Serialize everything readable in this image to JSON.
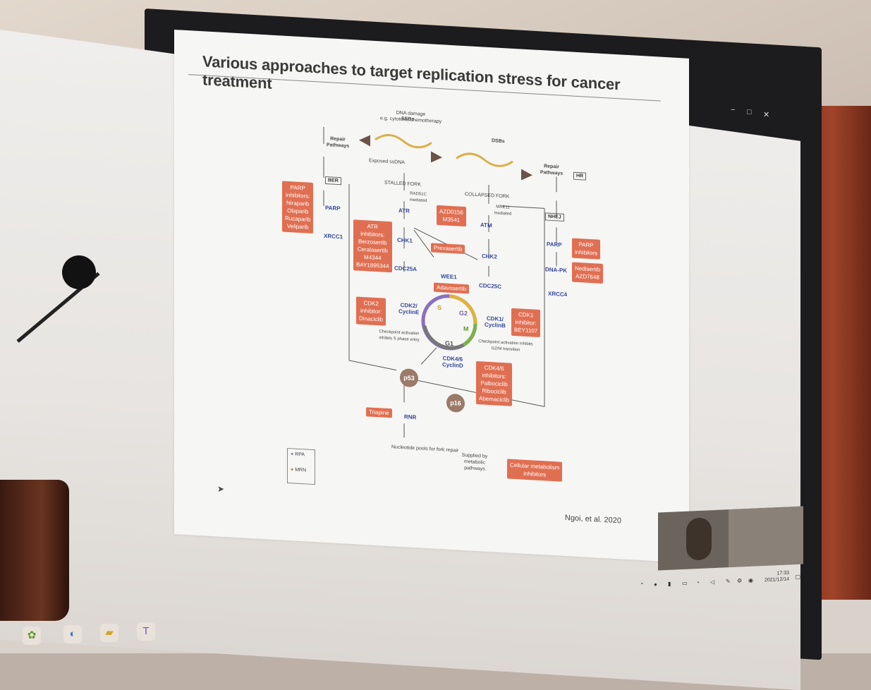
{
  "slide": {
    "title": "Various approaches to target replication stress for cancer treatment",
    "citation": "Ngoi, et al. 2020"
  },
  "diagram": {
    "dna_damage": "DNA damage",
    "dna_damage_eg": "e.g. cytotoxic chemotherapy",
    "ssbs": "SSBs",
    "dsbs": "DSBs",
    "exposed_ssdna": "Exposed ssDNA",
    "repair_pathways_left": "Repair Pathways",
    "repair_pathways_right": "Repair Pathways",
    "hr": "HR",
    "ber": "BER",
    "nhej": "NHEJ",
    "stalled_fork": "STALLED FORK",
    "collapsed_fork": "COLLAPSED FORK",
    "rad51c_mediated": "RAD51C mediated",
    "mre11_mediated": "MRE11 mediated",
    "parp": "PARP",
    "parp_right": "PARP",
    "xrcc1": "XRCC1",
    "xrcc4": "XRCC4",
    "dna_pk": "DNA-PK",
    "atr": "ATR",
    "atm": "ATM",
    "chk1": "CHK1",
    "chk2": "CHK2",
    "cdc25a": "CDC25A",
    "cdc25c": "CDC25C",
    "wee1": "WEE1",
    "cdk2": "CDK2/",
    "cyclin_e": "CyclinE",
    "cdk1": "CDK1/",
    "cyclin_b": "CyclinB",
    "cdk46": "CDK4/6",
    "cyclin_d": "CyclinD",
    "p53": "p53",
    "p16": "p16",
    "rnr": "RNR",
    "phase_s": "S",
    "phase_g2": "G2",
    "phase_m": "M",
    "phase_g1": "G1",
    "checkpoint_s": "Checkpoint activation inhibits S phase entry",
    "checkpoint_g2": "Checkpoint activation inhibits G2/M transition",
    "nucleotide_pools": "Nucleotide pools for fork repair",
    "supplied_by": "Supplied by metabolic pathways",
    "legend_rpa": "RPA",
    "legend_mrn": "MRN"
  },
  "drug_boxes": {
    "parp_inhibitors": [
      "PARP",
      "inhibitors:",
      "Niraparib",
      "Olaparib",
      "Rucaparib",
      "Veliparib"
    ],
    "atr_inhibitors": [
      "ATR",
      "inhibitors:",
      "Berzosertib",
      "Ceralasertib",
      "M4344",
      "BAY1895344"
    ],
    "atm_inhibitors": [
      "AZD0156",
      "M3541"
    ],
    "prexasertib": "Prexasertib",
    "adavosertib": "Adavosertib",
    "cdk2_inhibitor": [
      "CDK2",
      "inhibitor:",
      "Dinaciclib"
    ],
    "cdk1_inhibitor": [
      "CDK1",
      "inhibitor:",
      "BEY1107"
    ],
    "cdk46_inhibitors": [
      "CDK4/6",
      "inhibitors:",
      "Palbociclib",
      "Ribociclib",
      "Abemaciclib"
    ],
    "parp_inhibitors_right": [
      "PARP",
      "inhibitors"
    ],
    "dnapk_inhibitors": [
      "Nedisertib",
      "AZD7648"
    ],
    "triapine": "Triapine",
    "metabolism_inhibitors": [
      "Cellular metabolism",
      "inhibitors"
    ]
  },
  "window_controls": {
    "minimize": "−",
    "restore": "□",
    "close": "✕"
  },
  "tray": {
    "time": "17:33",
    "date": "2021/12/14"
  },
  "taskbar": {
    "icons": [
      "palette-icon",
      "edge-icon",
      "folder-icon",
      "teams-icon"
    ]
  },
  "colors": {
    "inhibitor_box": "#e06f52",
    "node_text": "#33469a",
    "circle_node": "#9b7a68"
  }
}
